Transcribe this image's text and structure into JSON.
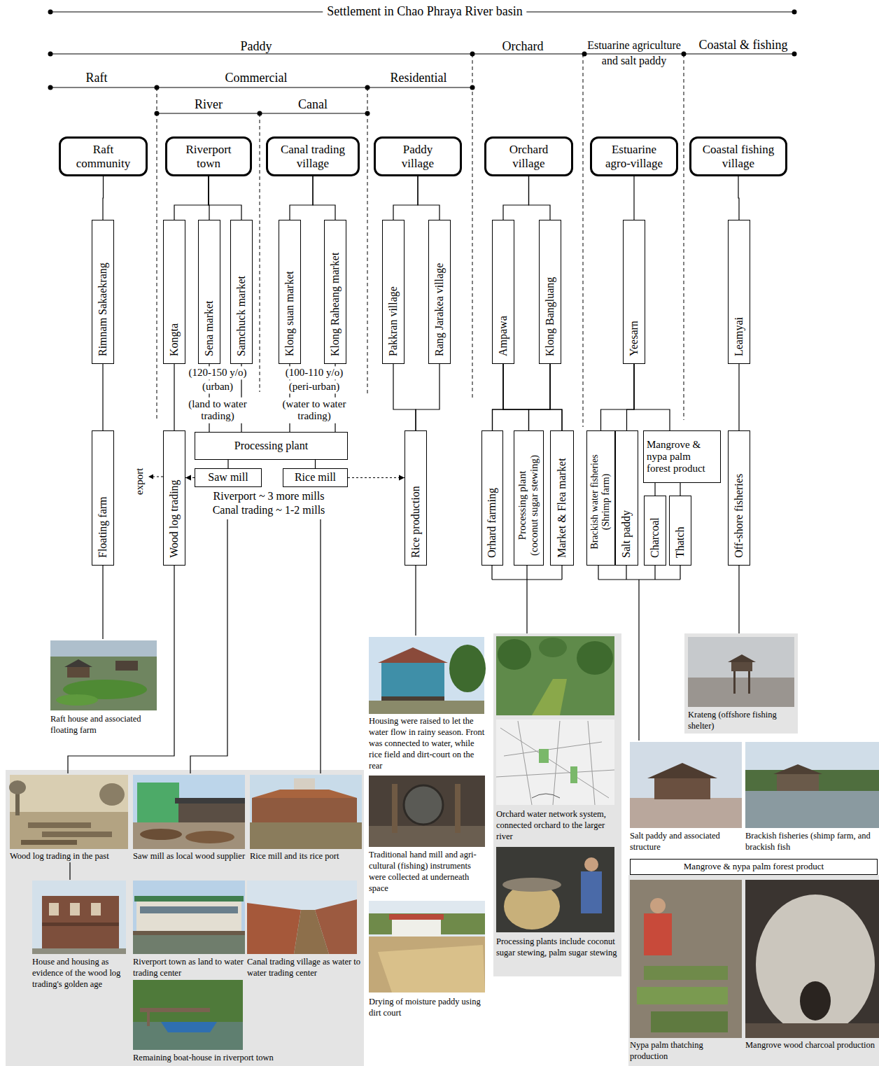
{
  "diagram": {
    "title": "Settlement in Chao Phraya River basin",
    "nodes": [
      {
        "text": [
          "Raft community"
        ]
      },
      {
        "text": [
          "Riverport town"
        ]
      },
      {
        "text": [
          "Canal trading village"
        ]
      },
      {
        "text": [
          "Paddy village"
        ]
      },
      {
        "text": [
          "Orchard village"
        ]
      },
      {
        "text": [
          "Estuarine agro-village"
        ]
      },
      {
        "text": [
          "Coastal fishing village"
        ]
      },
      {
        "text": [
          "Rimnam Sakaekrang"
        ]
      },
      {
        "text": [
          "Kongta"
        ]
      },
      {
        "text": [
          "Sena market"
        ]
      },
      {
        "text": [
          "Samchuck market"
        ]
      },
      {
        "text": [
          "Klong suan market"
        ]
      },
      {
        "text": [
          "Klong Raheang market"
        ]
      },
      {
        "text": [
          "Pakkran village"
        ]
      },
      {
        "text": [
          "Rang Jarakea village"
        ]
      },
      {
        "text": [
          "Ampawa"
        ]
      },
      {
        "text": [
          "Klong Bangluang"
        ]
      },
      {
        "text": [
          "Yeesarn"
        ]
      },
      {
        "text": [
          "Leamyai"
        ]
      },
      {
        "text": [
          "Floating farm"
        ]
      },
      {
        "text": [
          "Wood log trading"
        ]
      },
      {
        "text": [
          "Processing plant"
        ]
      },
      {
        "text": [
          "Saw mill"
        ]
      },
      {
        "text": [
          "Rice mill"
        ]
      },
      {
        "text": [
          "Rice production"
        ]
      },
      {
        "text": [
          "Orhard farming"
        ]
      },
      {
        "text": [
          "Processing plant (coconut sugar stewing)"
        ]
      },
      {
        "text": [
          "Market & Flea market"
        ]
      },
      {
        "text": [
          "Brackish water fisheries (Shrimp farm)"
        ]
      },
      {
        "text": [
          "Salt paddy"
        ]
      },
      {
        "text": [
          "Mangrove & nypa palm forest product"
        ]
      },
      {
        "text": [
          "Charcoal"
        ]
      },
      {
        "text": [
          "Thatch"
        ]
      },
      {
        "text": [
          "Off-shore fisheries"
        ]
      },
      {
        "text": [
          "Mangrove & nypa palm forest product"
        ]
      }
    ],
    "edges": [
      {
        "from": 0,
        "to": 7,
        "arrow": "none"
      },
      {
        "from": 7,
        "to": 19,
        "arrow": "none"
      },
      {
        "from": 1,
        "to": 8,
        "arrow": "none"
      },
      {
        "from": 1,
        "to": 9,
        "arrow": "none"
      },
      {
        "from": 1,
        "to": 10,
        "arrow": "none"
      },
      {
        "from": 2,
        "to": 11,
        "arrow": "none"
      },
      {
        "from": 2,
        "to": 12,
        "arrow": "none"
      },
      {
        "from": 8,
        "to": 20,
        "arrow": "none"
      },
      {
        "from": 9,
        "to": 21,
        "arrow": "none"
      },
      {
        "from": 10,
        "to": 21,
        "arrow": "none"
      },
      {
        "from": 11,
        "to": 21,
        "arrow": "none"
      },
      {
        "from": 12,
        "to": 21,
        "arrow": "none"
      },
      {
        "from": 21,
        "to": 22,
        "arrow": "none"
      },
      {
        "from": 21,
        "to": 23,
        "arrow": "none"
      },
      {
        "from": 22,
        "to": 20,
        "arrow": "to"
      },
      {
        "from": 23,
        "to": 24,
        "arrow": "to"
      },
      {
        "from": 3,
        "to": 13,
        "arrow": "none"
      },
      {
        "from": 3,
        "to": 14,
        "arrow": "none"
      },
      {
        "from": 13,
        "to": 24,
        "arrow": "none"
      },
      {
        "from": 14,
        "to": 24,
        "arrow": "none"
      },
      {
        "from": 4,
        "to": 15,
        "arrow": "none"
      },
      {
        "from": 4,
        "to": 16,
        "arrow": "none"
      },
      {
        "from": 15,
        "to": 25,
        "arrow": "none"
      },
      {
        "from": 15,
        "to": 26,
        "arrow": "none"
      },
      {
        "from": 15,
        "to": 27,
        "arrow": "none"
      },
      {
        "from": 16,
        "to": 25,
        "arrow": "none"
      },
      {
        "from": 16,
        "to": 26,
        "arrow": "none"
      },
      {
        "from": 16,
        "to": 27,
        "arrow": "none"
      },
      {
        "from": 5,
        "to": 17,
        "arrow": "none"
      },
      {
        "from": 17,
        "to": 28,
        "arrow": "none"
      },
      {
        "from": 17,
        "to": 29,
        "arrow": "none"
      },
      {
        "from": 17,
        "to": 30,
        "arrow": "none"
      },
      {
        "from": 30,
        "to": 31,
        "arrow": "none"
      },
      {
        "from": 30,
        "to": 32,
        "arrow": "none"
      },
      {
        "from": 6,
        "to": 18,
        "arrow": "none"
      },
      {
        "from": 18,
        "to": 33,
        "arrow": "none"
      }
    ],
    "labels": [
      "Paddy",
      "Orchard",
      "Estuarine agriculture and salt paddy",
      "Coastal & fishing",
      "Raft",
      "Commercial",
      "Residential",
      "River",
      "Canal",
      "(120-150 y/o)",
      "(urban)",
      "(land to water trading)",
      "(100-110 y/o)",
      "(peri-urban)",
      "(water to water trading)",
      "export",
      "Riverport ~ 3 more mills",
      "Canal trading ~ 1-2 mills",
      "Raft house and associated floating farm",
      "Housing were raised to let the water flow in rainy season. Front was connected to water, while rice field and dirt-court on the rear",
      "Orchard water network system, connected orchard to the larger river",
      "Krateng (offshore fishing shelter)",
      "Wood log trading in the past",
      "Saw mill as local wood supplier",
      "Rice mill and its rice port",
      "Traditional hand mill and agri-cultural (fishing) instruments were collected at underneath space",
      "Processing plants include coconut sugar stewing, palm sugar stewing",
      "Salt paddy and associated structure",
      "Brackish fisheries (shimp farm, and brackish fish",
      "House and housing as evidence of the wood log trading's golden age",
      "Riverport town as land to water trading center",
      "Canal trading village as water to water trading center",
      "Drying of moisture paddy using dirt court",
      "Nypa palm thatching production",
      "Mangrove wood charcoal production",
      "Remaining boat-house in riverport town"
    ]
  }
}
